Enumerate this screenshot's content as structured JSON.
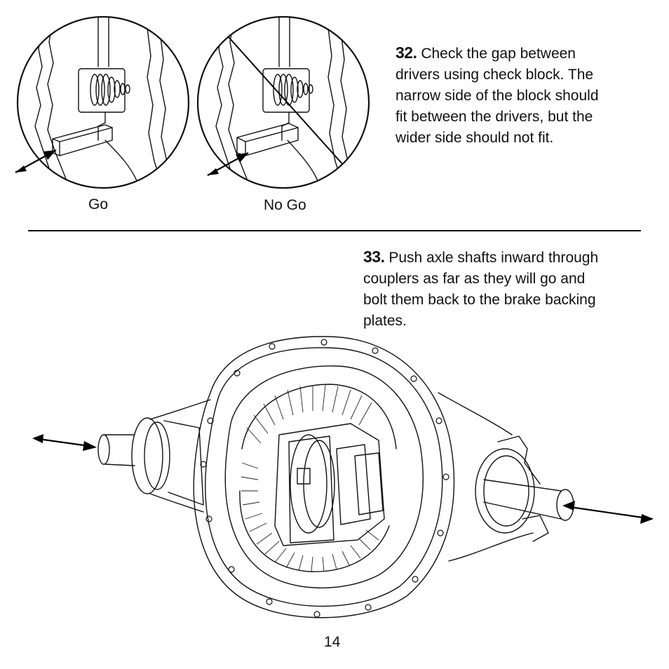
{
  "step32": {
    "number": "32.",
    "lines": [
      "Check the gap between",
      "drivers using check block.  The",
      "narrow side of the block should",
      "fit between the drivers, but the",
      "wider side should not fit."
    ]
  },
  "step33": {
    "number": "33.",
    "lines": [
      "Push axle shafts inward through",
      "couplers as far as they will go and",
      "bolt them back to the brake backing",
      "plates."
    ]
  },
  "captions": {
    "go": "Go",
    "no_go": "No Go"
  },
  "page_number": "14"
}
